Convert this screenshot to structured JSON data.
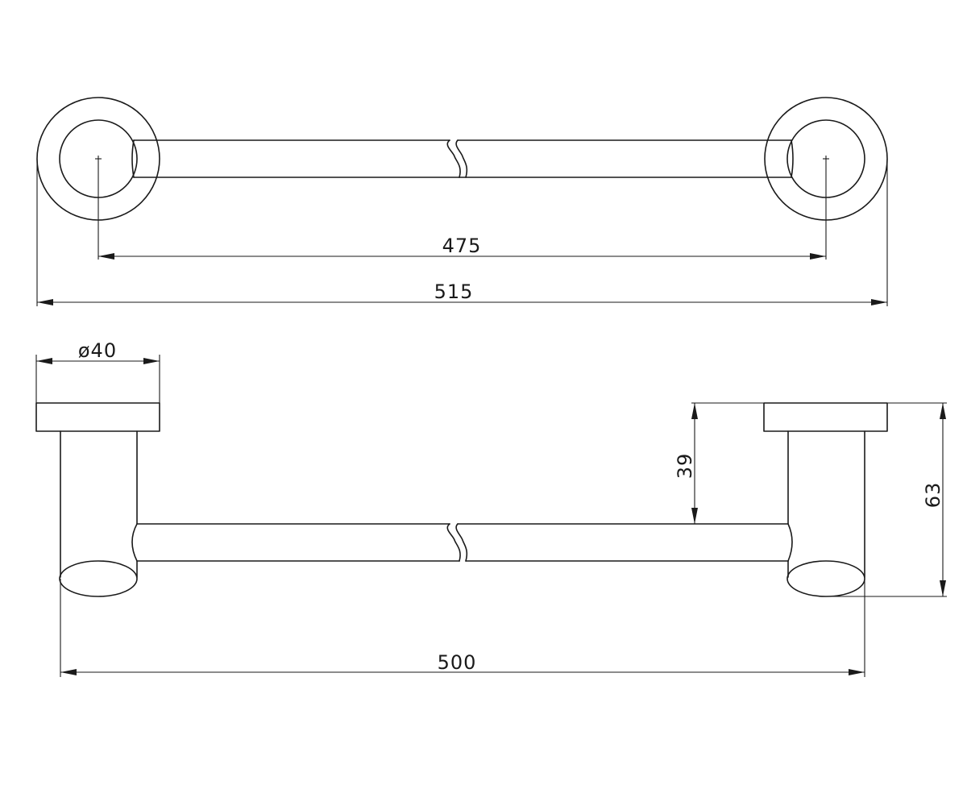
{
  "drawing": {
    "line_color": "#1a1a1a",
    "background": "#ffffff"
  },
  "dimensions": {
    "mount_centers": "475",
    "overall_width": "515",
    "base_diameter": "ø40",
    "rail_height": "39",
    "overall_height": "63",
    "bar_length": "500"
  }
}
